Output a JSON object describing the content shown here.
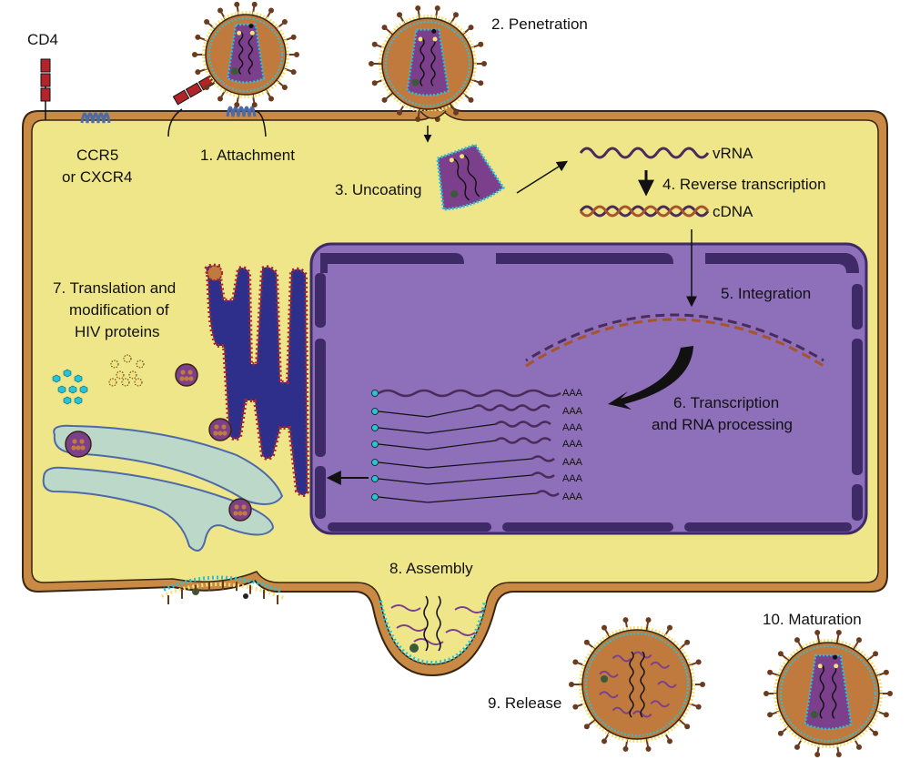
{
  "labels": {
    "cd4": "CD4",
    "ccr5": "CCR5",
    "cxcr4": "or CXCR4",
    "attachment": "1. Attachment",
    "penetration": "2. Penetration",
    "uncoating": "3. Uncoating",
    "vrna": "vRNA",
    "reverse_transcription": "4. Reverse transcription",
    "cdna": "cDNA",
    "integration": "5. Integration",
    "transcription_1": "6. Transcription",
    "transcription_2": "and RNA processing",
    "translation_1": "7. Translation and",
    "translation_2": "modification of",
    "translation_3": "HIV proteins",
    "assembly": "8. Assembly",
    "release": "9. Release",
    "maturation": "10. Maturation",
    "polya": "AAA"
  },
  "colors": {
    "cytoplasm": "#efe68a",
    "membrane": "#c98a45",
    "membrane_outline": "#3a2510",
    "nucleus": "#8e6fba",
    "nuclear_envelope": "#3e2a66",
    "virion_core": "#7b3f8c",
    "virion_matrix": "#c07a3e",
    "spike": "#6b3b1e",
    "er": "#2e2f8a",
    "er_ribosome": "#a8242c",
    "golgi": "#bcd8c8",
    "rna": "#4a2b5a",
    "dna": "#a8542a",
    "capsid_blue": "#27c3d8",
    "capsid_yellow": "#f5e27a"
  }
}
